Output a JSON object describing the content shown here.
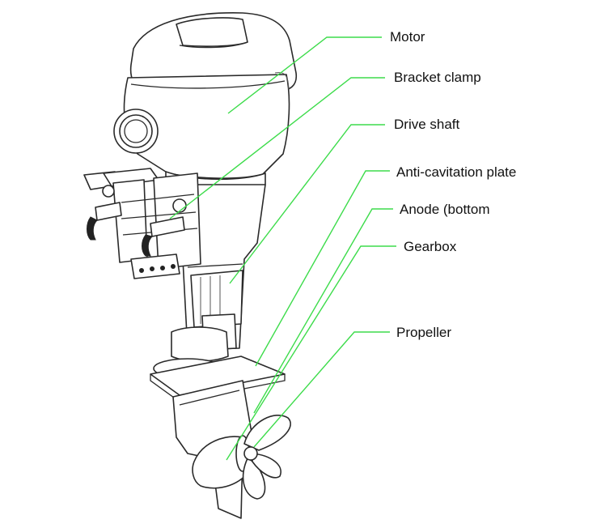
{
  "diagram": {
    "leader_color": "#3ddc4b",
    "labels": {
      "motor": "Motor",
      "bracket_clamp": "Bracket clamp",
      "drive_shaft": "Drive shaft",
      "anti_cavitation_plate": "Anti-cavitation plate",
      "anode": "Anode (bottom",
      "gearbox": "Gearbox",
      "propeller": "Propeller"
    }
  }
}
